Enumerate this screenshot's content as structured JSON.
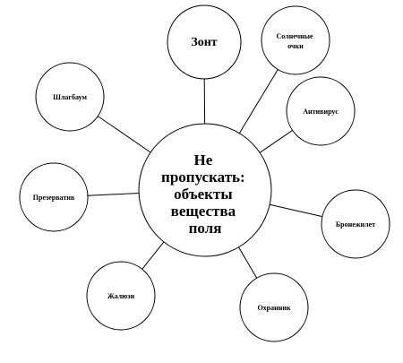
{
  "hub": {
    "lines": [
      "Не",
      "пропускать:",
      "объекты",
      "вещества",
      "поля"
    ]
  },
  "nodes": [
    {
      "id": "umbrella",
      "lines": [
        "Зонт"
      ]
    },
    {
      "id": "sunglasses",
      "lines": [
        "Солнечные",
        "очки"
      ]
    },
    {
      "id": "antivirus",
      "lines": [
        "Антивирус"
      ]
    },
    {
      "id": "body-armor",
      "lines": [
        "Бронежилет"
      ]
    },
    {
      "id": "guard",
      "lines": [
        "Охранник"
      ]
    },
    {
      "id": "blinds",
      "lines": [
        "Жалюзи"
      ]
    },
    {
      "id": "condom",
      "lines": [
        "Презерватив"
      ]
    },
    {
      "id": "barrier",
      "lines": [
        "Шлагбаум"
      ]
    }
  ]
}
